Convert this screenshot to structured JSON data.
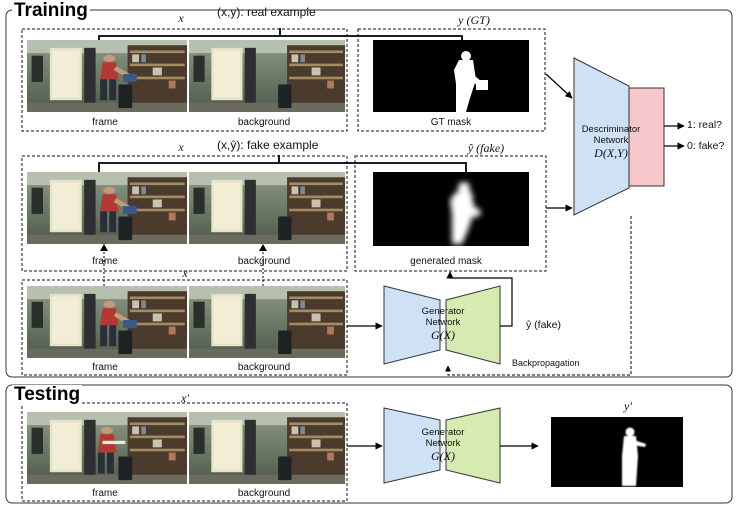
{
  "training": {
    "title": "Training",
    "real_row": {
      "caption": "(x,y): real example",
      "x_label": "x",
      "y_label": "y (GT)",
      "frame_label": "frame",
      "background_label": "background",
      "mask_label": "GT mask"
    },
    "fake_row": {
      "caption": "(x,ŷ): fake example",
      "x_label": "x",
      "yhat_label": "ŷ (fake)",
      "frame_label": "frame",
      "background_label": "background",
      "mask_label": "generated mask"
    },
    "input_row": {
      "x_label": "x",
      "frame_label": "frame",
      "background_label": "background"
    },
    "discriminator": {
      "line1": "Descriminator",
      "line2": "Network",
      "formula": "D(X,Y)",
      "out_real": "1: real?",
      "out_fake": "0: fake?"
    },
    "generator": {
      "line1": "Generator",
      "line2": "Network",
      "formula": "G(X)",
      "output_label": "ŷ (fake)",
      "backprop_label": "Backpropagation"
    }
  },
  "testing": {
    "title": "Testing",
    "x_label": "x'",
    "y_label": "y'",
    "frame_label": "frame",
    "background_label": "background",
    "generator": {
      "line1": "Generator",
      "line2": "Network",
      "formula": "G(X)"
    }
  },
  "colors": {
    "generator_left": "#cfe1f5",
    "generator_right": "#d6eab2",
    "discriminator_body": "#cfe1f5",
    "discriminator_out": "#f5c6ca",
    "mask_bg": "#000000",
    "mask_fg": "#ffffff"
  },
  "icons": {
    "frame_image": "office-scene-person-photo",
    "background_image": "office-scene-empty-photo",
    "gt_mask_image": "person-silhouette-mask",
    "generated_mask_image": "blurred-person-silhouette-mask"
  }
}
